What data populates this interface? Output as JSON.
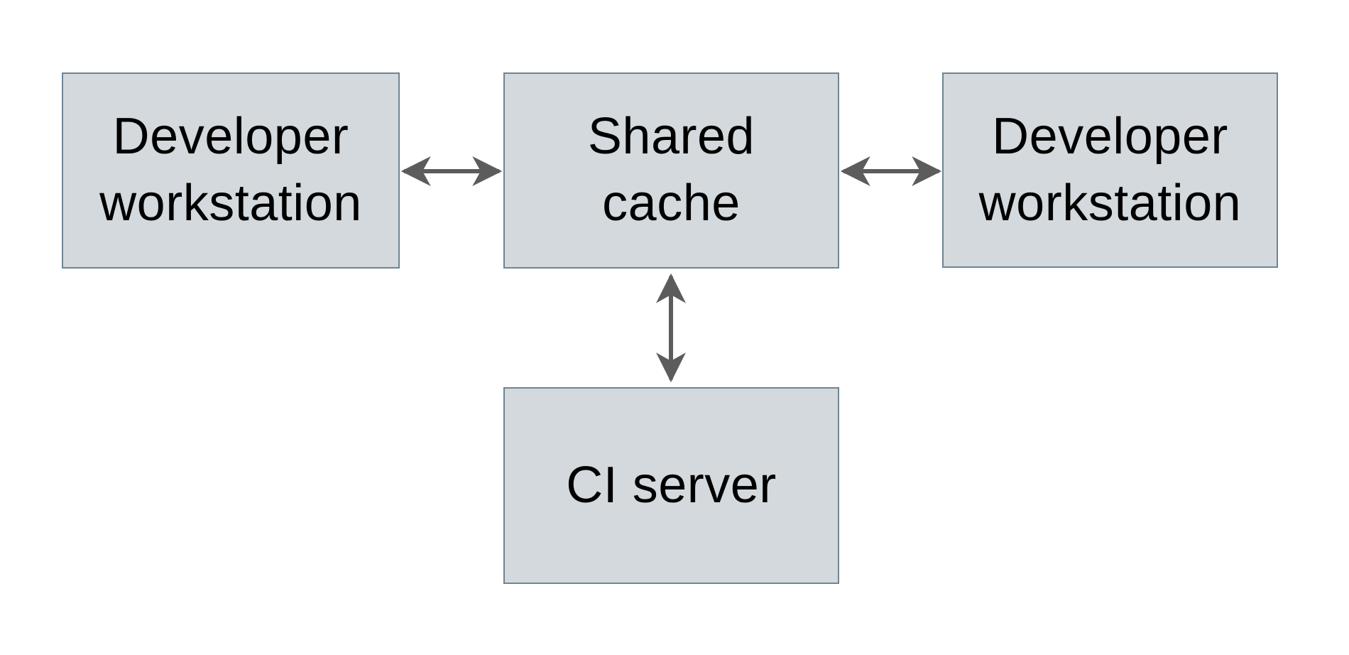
{
  "diagram": {
    "background": "#ffffff",
    "nodes": [
      {
        "id": "developer-workstation-left",
        "label": "Developer\nworkstation",
        "shape": "rectangle"
      },
      {
        "id": "shared-cache",
        "label": "Shared\ncache",
        "shape": "rectangle"
      },
      {
        "id": "developer-workstation-right",
        "label": "Developer\nworkstation",
        "shape": "rectangle"
      },
      {
        "id": "ci-server",
        "label": "CI server",
        "shape": "rectangle"
      }
    ],
    "connections": [
      {
        "from": "developer-workstation-left",
        "to": "shared-cache",
        "direction": "bidirectional",
        "orientation": "horizontal"
      },
      {
        "from": "shared-cache",
        "to": "developer-workstation-right",
        "direction": "bidirectional",
        "orientation": "horizontal"
      },
      {
        "from": "shared-cache",
        "to": "ci-server",
        "direction": "bidirectional",
        "orientation": "vertical"
      }
    ],
    "colors": {
      "node_fill": "#d3d9dc",
      "node_border": "#6e8594",
      "arrow": "#5c5c5c",
      "label_text": "#000000",
      "background": "#ffffff"
    }
  }
}
